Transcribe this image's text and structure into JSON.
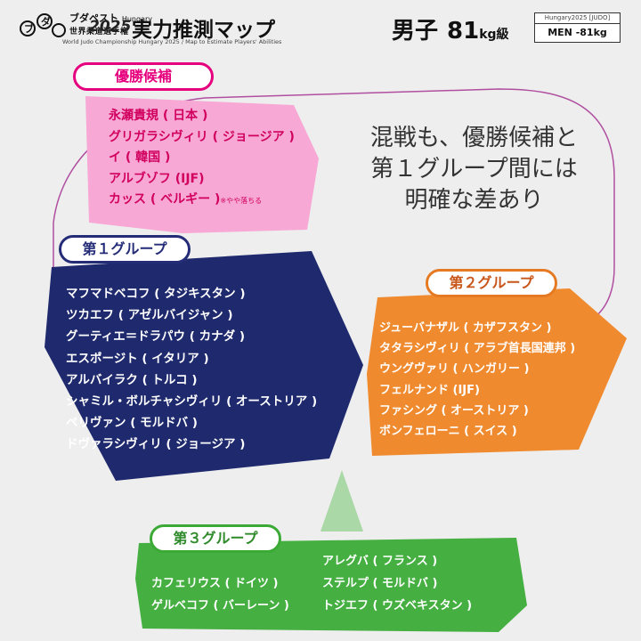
{
  "header": {
    "logo_line1": "ブダペスト",
    "logo_line1b": "Hungary",
    "logo_line2": "世界柔道選手権",
    "logo_year": "2025",
    "map_title": "実力推測マップ",
    "subtitle": "World Judo Championship Hungary 2025 / Map to Estimate Players' Abilities",
    "weight_gender": "男子",
    "weight_num": "81",
    "weight_unit": "kg",
    "weight_class": "級",
    "eng_small": "Hungary2025 [JUDO]",
    "eng_main": "MEN -81kg"
  },
  "favorites": {
    "label": "優勝候補",
    "items": [
      "永瀬貴規 ( 日本 )",
      "グリガラシヴィリ ( ジョージア )",
      "イ ( 韓国 )",
      "アルブゾフ (IJF)",
      "カッス ( ベルギー )"
    ],
    "note": "※やや落ちる"
  },
  "headline": {
    "line1": "混戦も、優勝候補と",
    "line2": "第１グループ間には",
    "line3": "明確な差あり"
  },
  "group1": {
    "label": "第１グループ",
    "items": [
      "マフマドベコフ ( タジキスタン )",
      "ツカエフ ( アゼルバイジャン )",
      "グーティエ＝ドラパウ ( カナダ )",
      "エスポージト ( イタリア )",
      "アルバイラク ( トルコ )",
      "シャミル・ボルチャシヴィリ ( オーストリア )",
      "ペリヴァン ( モルドバ )",
      "ドヴァラシヴィリ ( ジョージア )"
    ]
  },
  "group2": {
    "label": "第２グループ",
    "items": [
      "ジューバナザル ( カザフスタン )",
      "タタラシヴィリ ( アラブ首長国連邦 )",
      "ウングヴァリ ( ハンガリー )",
      "フェルナンド (IJF)",
      "ファシング ( オーストリア )",
      "ボンフェローニ ( スイス )"
    ]
  },
  "group3": {
    "label": "第３グループ",
    "col1": [
      "カフェリウス ( ドイツ )",
      "ゲルベコフ ( バーレーン )"
    ],
    "col2": [
      "アレグバ ( フランス )",
      "ステルプ ( モルドバ )",
      "トジエフ ( ウズベキスタン )"
    ]
  },
  "colors": {
    "favorites": "#f7a8d5",
    "group1": "#1f2a6e",
    "group2": "#f08a2e",
    "group3": "#45b041",
    "outline": "#b04fa0"
  }
}
